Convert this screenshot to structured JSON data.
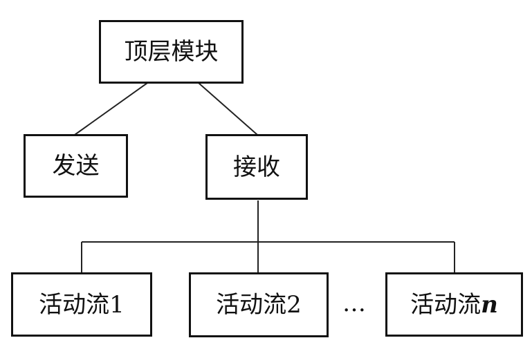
{
  "nodes": {
    "top": "顶层模块",
    "send": "发送",
    "receive": "接收",
    "stream1": "活动流1",
    "stream2": "活动流2",
    "streamN_prefix": "活动流",
    "streamN_suffix": "n"
  },
  "ellipsis": "…"
}
